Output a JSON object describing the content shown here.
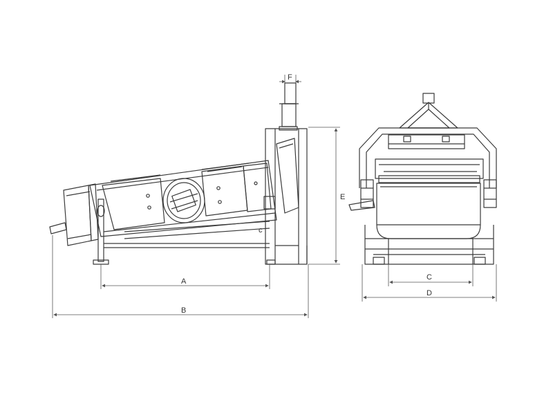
{
  "colors": {
    "line": "#3a3a3a",
    "light_line": "#7a7a7a",
    "background": "#ffffff"
  },
  "dimensions": {
    "A": "A",
    "B": "B",
    "C": "C",
    "D": "D",
    "E": "E",
    "F": "F"
  },
  "views": [
    "side-view",
    "end-view"
  ]
}
